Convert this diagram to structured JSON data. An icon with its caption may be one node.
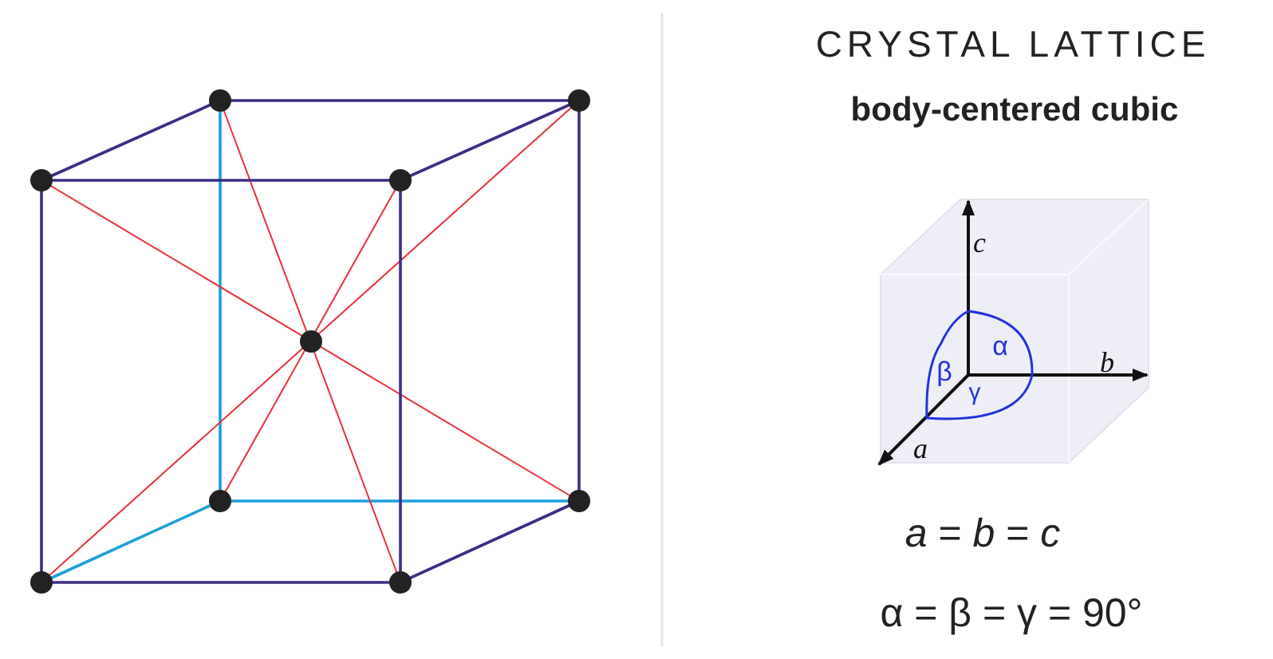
{
  "diagram": {
    "title": "CRYSTAL LATTICE",
    "labels": [
      "body-centered cubic",
      "c",
      "α",
      "β",
      "b",
      "γ",
      "a",
      "*a* = *b* = *c*",
      "α = β = γ = 90°"
    ]
  }
}
